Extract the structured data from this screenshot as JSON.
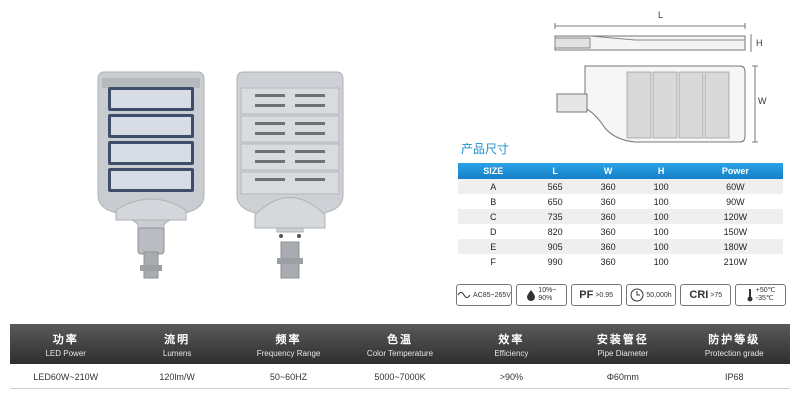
{
  "drawing_labels": {
    "length": "L",
    "height": "H",
    "width": "W"
  },
  "size_section_title": "产品尺寸",
  "size_table": {
    "headers": [
      "SIZE",
      "L",
      "W",
      "H",
      "Power"
    ],
    "rows": [
      [
        "A",
        "565",
        "360",
        "100",
        "60W"
      ],
      [
        "B",
        "650",
        "360",
        "100",
        "90W"
      ],
      [
        "C",
        "735",
        "360",
        "100",
        "120W"
      ],
      [
        "D",
        "820",
        "360",
        "100",
        "150W"
      ],
      [
        "E",
        "905",
        "360",
        "100",
        "180W"
      ],
      [
        "F",
        "990",
        "360",
        "100",
        "210W"
      ]
    ]
  },
  "spec_icons": [
    {
      "icon": "ac-wave-icon",
      "text": "AC85~265V"
    },
    {
      "icon": "water-drop-icon",
      "line1": "10%~",
      "line2": "90%"
    },
    {
      "icon": "pf-icon",
      "big": "PF",
      "text": ">0.95"
    },
    {
      "icon": "clock-icon",
      "text": "50,000h"
    },
    {
      "icon": "cri-icon",
      "big": "CRI",
      "text": ">75"
    },
    {
      "icon": "thermometer-icon",
      "line1": "+50℃",
      "line2": "-35℃"
    }
  ],
  "spec_table": {
    "headers": [
      {
        "zh": "功率",
        "en": "LED Power"
      },
      {
        "zh": "流明",
        "en": "Lumens"
      },
      {
        "zh": "频率",
        "en": "Frequency Range"
      },
      {
        "zh": "色温",
        "en": "Color Temperature"
      },
      {
        "zh": "效率",
        "en": "Efficiency"
      },
      {
        "zh": "安装管径",
        "en": "Pipe Diameter"
      },
      {
        "zh": "防护等级",
        "en": "Protection grade"
      }
    ],
    "values": [
      "LED60W~210W",
      "120lm/W",
      "50~60HZ",
      "5000~7000K",
      ">90%",
      "Φ60mm",
      "IP68"
    ]
  },
  "colors": {
    "accent": "#1a8fd0",
    "header_dark": "#3c3c3c",
    "body_gray": "#c9ccd0"
  }
}
